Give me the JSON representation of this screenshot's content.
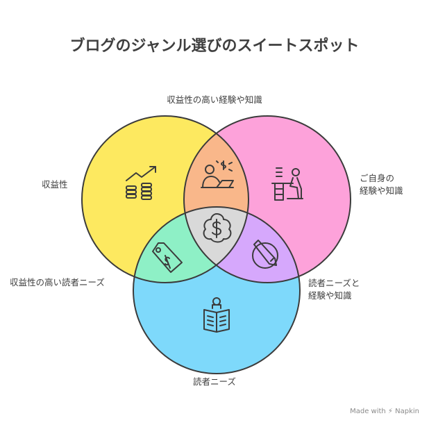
{
  "title": "ブログのジャンル選びのスイートスポット",
  "labels": {
    "profit_experience": "収益性の高い経験や知識",
    "profit": "収益性",
    "experience_line1": "ご自身の",
    "experience_line2": "経験や知識",
    "profit_readers": "収益性の高い読者ニーズ",
    "readers_experience_line1": "読者ニーズと",
    "readers_experience_line2": "経験や知識",
    "readers": "読者ニーズ"
  },
  "credit": "Made with ⚡ Napkin",
  "colors": {
    "profit": "#fde960",
    "experience": "#fda2da",
    "readers": "#7ed9fb",
    "profit_experience": "#f9b78a",
    "profit_readers": "#8ef0c6",
    "experience_readers": "#d6a8fc",
    "center": "#d9d9d9"
  },
  "icons": {
    "profit": "growth-coins-icon",
    "experience": "person-at-desk-icon",
    "readers": "reader-book-icon",
    "profit_experience": "person-laptop-money-icon",
    "profit_readers": "price-tag-icon",
    "experience_readers": "pencil-circle-icon",
    "center": "money-bag-icon"
  }
}
